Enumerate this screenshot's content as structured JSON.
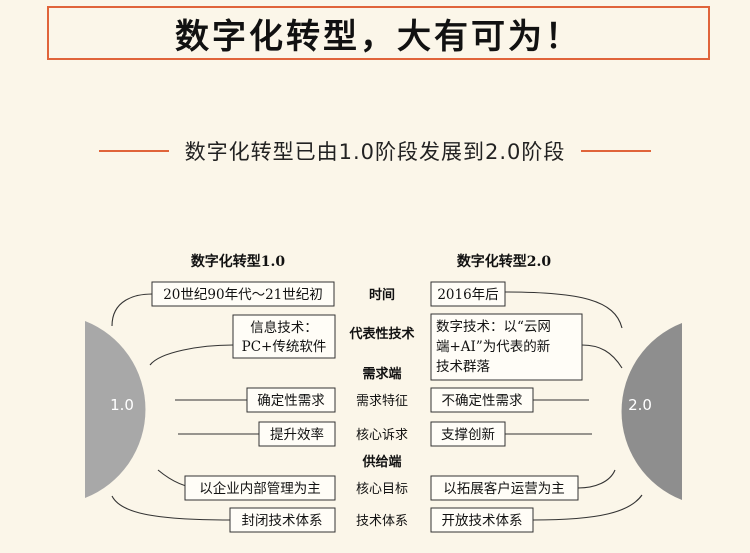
{
  "header": {
    "title": "数字化转型，大有可为！",
    "subtitle": "数字化转型已由1.0阶段发展到2.0阶段"
  },
  "diagram": {
    "left_stage": {
      "heading": "数字化转型1.0",
      "circle_label": "1.0",
      "boxes": {
        "time": [
          "20世纪90年代～21世纪初"
        ],
        "tech": [
          "信息技术：",
          "PC+传统软件"
        ],
        "demand": [
          "确定性需求"
        ],
        "appeal": [
          "提升效率"
        ],
        "goal": [
          "以企业内部管理为主"
        ],
        "system": [
          "封闭技术体系"
        ]
      }
    },
    "right_stage": {
      "heading": "数字化转型2.0",
      "circle_label": "2.0",
      "boxes": {
        "time": [
          "2016年后"
        ],
        "tech": [
          "数字技术：以“云网",
          "端+AI”为代表的新",
          "技术群落"
        ],
        "demand": [
          "不确定性需求"
        ],
        "appeal": [
          "支撑创新"
        ],
        "goal": [
          "以拓展客户运营为主"
        ],
        "system": [
          "开放技术体系"
        ]
      }
    },
    "dimensions": {
      "time": "时间",
      "tech": "代表性技术",
      "demand_side": "需求端",
      "demand": "需求特征",
      "appeal": "核心诉求",
      "supply_side": "供给端",
      "goal": "核心目标",
      "system": "技术体系"
    },
    "colors": {
      "left_circle": "#a8a8a8",
      "right_circle": "#8e8e8e",
      "accent": "#e0643a"
    }
  }
}
